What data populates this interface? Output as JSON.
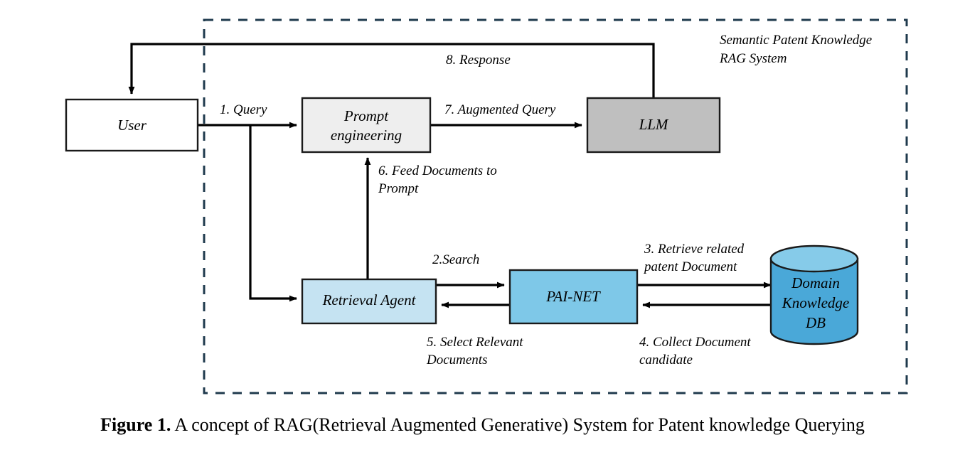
{
  "figure": {
    "caption_prefix": "Figure 1.",
    "caption_text": " A concept of RAG(Retrieval Augmented Generative) System for Patent knowledge Querying"
  },
  "system_boundary": {
    "label_line1": "Semantic Patent Knowledge",
    "label_line2": "RAG System",
    "border_color": "#1f3a4d",
    "style": "dashed"
  },
  "nodes": {
    "user": {
      "label": "User",
      "fill": "#ffffff",
      "shape": "rect"
    },
    "prompt_engineering": {
      "label_line1": "Prompt",
      "label_line2": "engineering",
      "fill": "#eeeeee",
      "shape": "rect"
    },
    "llm": {
      "label": "LLM",
      "fill": "#bfbfbf",
      "shape": "rect"
    },
    "retrieval_agent": {
      "label": "Retrieval Agent",
      "fill": "#c5e3f2",
      "shape": "rect"
    },
    "pai_net": {
      "label": "PAI-NET",
      "fill": "#7ec8e8",
      "shape": "rect"
    },
    "domain_knowledge_db": {
      "label_line1": "Domain",
      "label_line2": "Knowledge",
      "label_line3": "DB",
      "fill": "#4aa8d8",
      "top_fill": "#86cbe9",
      "shape": "cylinder"
    }
  },
  "edges": {
    "query": {
      "label": "1. Query"
    },
    "search": {
      "label": "2.Search"
    },
    "retrieve": {
      "label_line1": "3. Retrieve related",
      "label_line2": "patent Document"
    },
    "collect": {
      "label_line1": "4. Collect Document",
      "label_line2": "candidate"
    },
    "select": {
      "label_line1": "5. Select Relevant",
      "label_line2": "Documents"
    },
    "feed": {
      "label_line1": "6. Feed Documents to",
      "label_line2": "Prompt"
    },
    "augmented_query": {
      "label": "7. Augmented Query"
    },
    "response": {
      "label": "8. Response"
    }
  }
}
